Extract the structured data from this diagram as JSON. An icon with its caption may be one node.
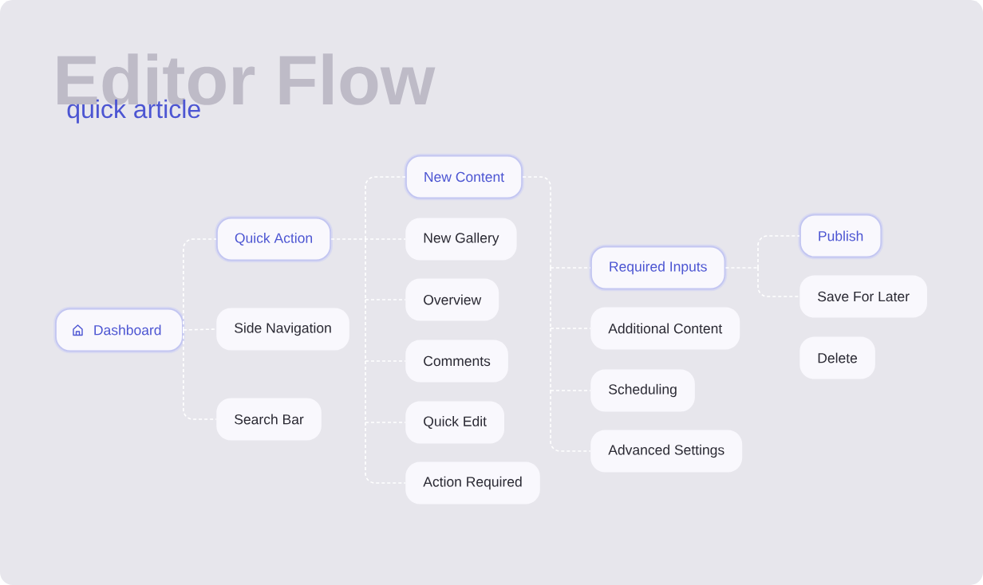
{
  "diagram": {
    "title": "Editor Flow",
    "nodes": [
      {
        "text": [
          "Dashboard"
        ]
      },
      {
        "text": [
          "Quick Action"
        ]
      },
      {
        "text": [
          "Side Navigation"
        ]
      },
      {
        "text": [
          "Search Bar"
        ]
      },
      {
        "text": [
          "New Content"
        ]
      },
      {
        "text": [
          "New Gallery"
        ]
      },
      {
        "text": [
          "Overview"
        ]
      },
      {
        "text": [
          "Comments"
        ]
      },
      {
        "text": [
          "Quick Edit"
        ]
      },
      {
        "text": [
          "Action Required"
        ]
      },
      {
        "text": [
          "Required Inputs"
        ]
      },
      {
        "text": [
          "Additional Content"
        ]
      },
      {
        "text": [
          "Scheduling"
        ]
      },
      {
        "text": [
          "Advanced Settings"
        ]
      },
      {
        "text": [
          "Publish"
        ]
      },
      {
        "text": [
          "Save For Later"
        ]
      },
      {
        "text": [
          "Delete"
        ]
      }
    ],
    "edges": [
      {
        "from": 0,
        "to": 1,
        "arrow": "none",
        "style": "dashed"
      },
      {
        "from": 0,
        "to": 2,
        "arrow": "none",
        "style": "dashed"
      },
      {
        "from": 0,
        "to": 3,
        "arrow": "none",
        "style": "dashed"
      },
      {
        "from": 1,
        "to": 4,
        "arrow": "none",
        "style": "dashed"
      },
      {
        "from": 1,
        "to": 5,
        "arrow": "none",
        "style": "dashed"
      },
      {
        "from": 1,
        "to": 6,
        "arrow": "none",
        "style": "dashed"
      },
      {
        "from": 1,
        "to": 7,
        "arrow": "none",
        "style": "dashed"
      },
      {
        "from": 1,
        "to": 8,
        "arrow": "none",
        "style": "dashed"
      },
      {
        "from": 1,
        "to": 9,
        "arrow": "none",
        "style": "dashed"
      },
      {
        "from": 4,
        "to": 10,
        "arrow": "none",
        "style": "dashed"
      },
      {
        "from": 4,
        "to": 11,
        "arrow": "none",
        "style": "dashed"
      },
      {
        "from": 4,
        "to": 12,
        "arrow": "none",
        "style": "dashed"
      },
      {
        "from": 4,
        "to": 13,
        "arrow": "none",
        "style": "dashed"
      },
      {
        "from": 10,
        "to": 14,
        "arrow": "none",
        "style": "dashed"
      },
      {
        "from": 10,
        "to": 15,
        "arrow": "none",
        "style": "dashed"
      }
    ],
    "labels": [
      "quick article"
    ]
  }
}
